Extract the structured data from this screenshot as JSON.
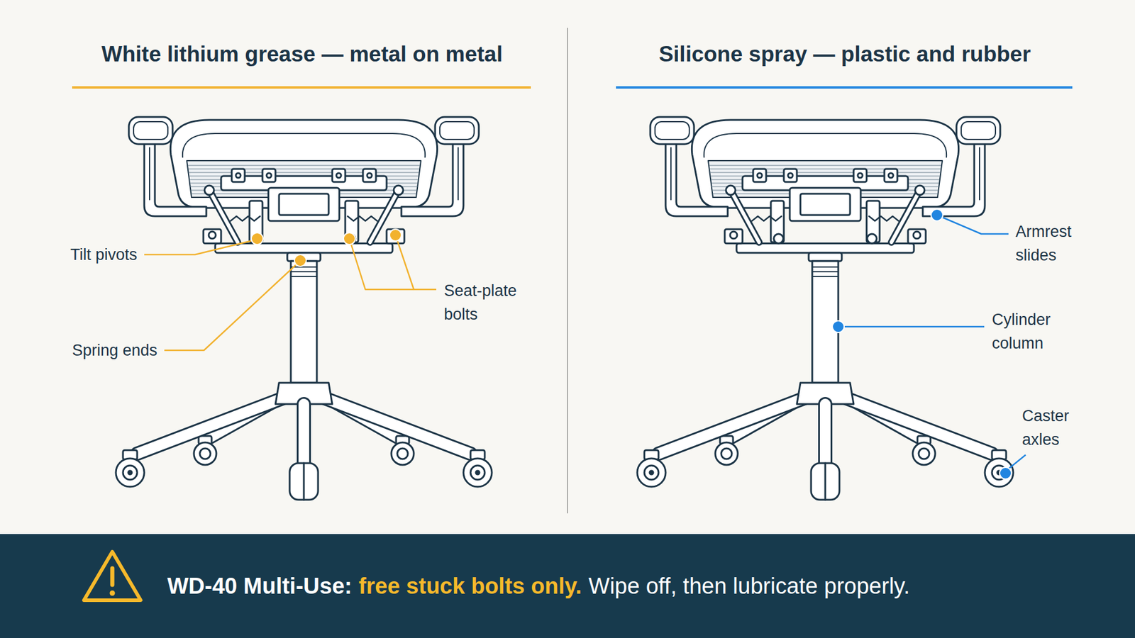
{
  "diagram": {
    "nodes": [
      {
        "text": [
          "WD-40 Multi-Use:",
          "free stuck bolts only.",
          "Wipe off, then lubricate properly."
        ]
      }
    ],
    "labels": [
      "White lithium grease — metal on metal",
      "Silicone spray — plastic and rubber",
      "Tilt pivots",
      "Seat-plate bolts",
      "Spring ends",
      "Armrest slides",
      "Cylinder column",
      "Caster axles"
    ]
  }
}
